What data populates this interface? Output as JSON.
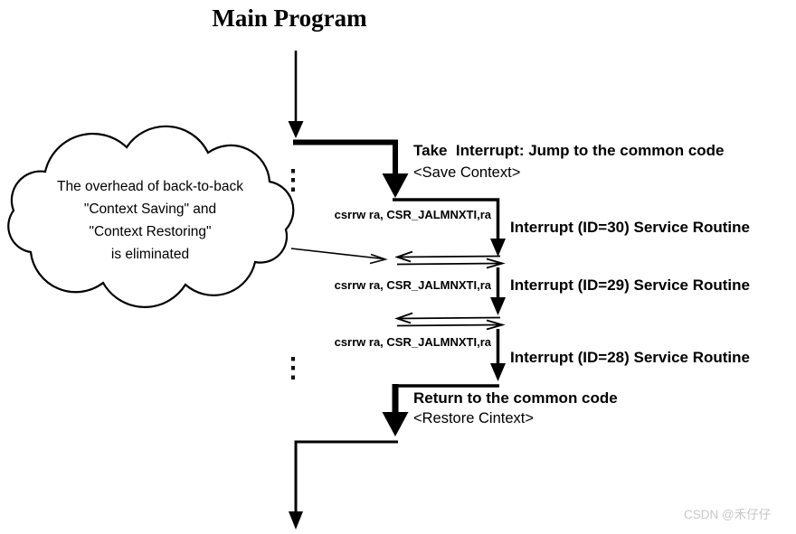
{
  "diagram": {
    "title": "Main Program",
    "take_interrupt": "Take  Interrupt: Jump to the common code",
    "save_context": "<Save Context>",
    "cloud": {
      "line1": "The overhead of back-to-back",
      "line2": "\"Context Saving\" and",
      "line3": "\"Context Restoring\"",
      "line4": "is eliminated"
    },
    "routines": [
      {
        "csrrw": "csrrw ra, CSR_JALMNXTI,ra",
        "label": "Interrupt (ID=30) Service Routine"
      },
      {
        "csrrw": "csrrw ra, CSR_JALMNXTI,ra",
        "label": "Interrupt (ID=29) Service Routine"
      },
      {
        "csrrw": "csrrw ra, CSR_JALMNXTI,ra",
        "label": "Interrupt (ID=28) Service Routine"
      }
    ],
    "return_text": "Return to the common code",
    "restore_context": "<Restore Cintext>",
    "ellipsis": "⋮",
    "watermark": "CSDN @禾仔仔",
    "colors": {
      "line": "#000000",
      "background": "#ffffff",
      "watermark": "#c7c7c7"
    }
  }
}
